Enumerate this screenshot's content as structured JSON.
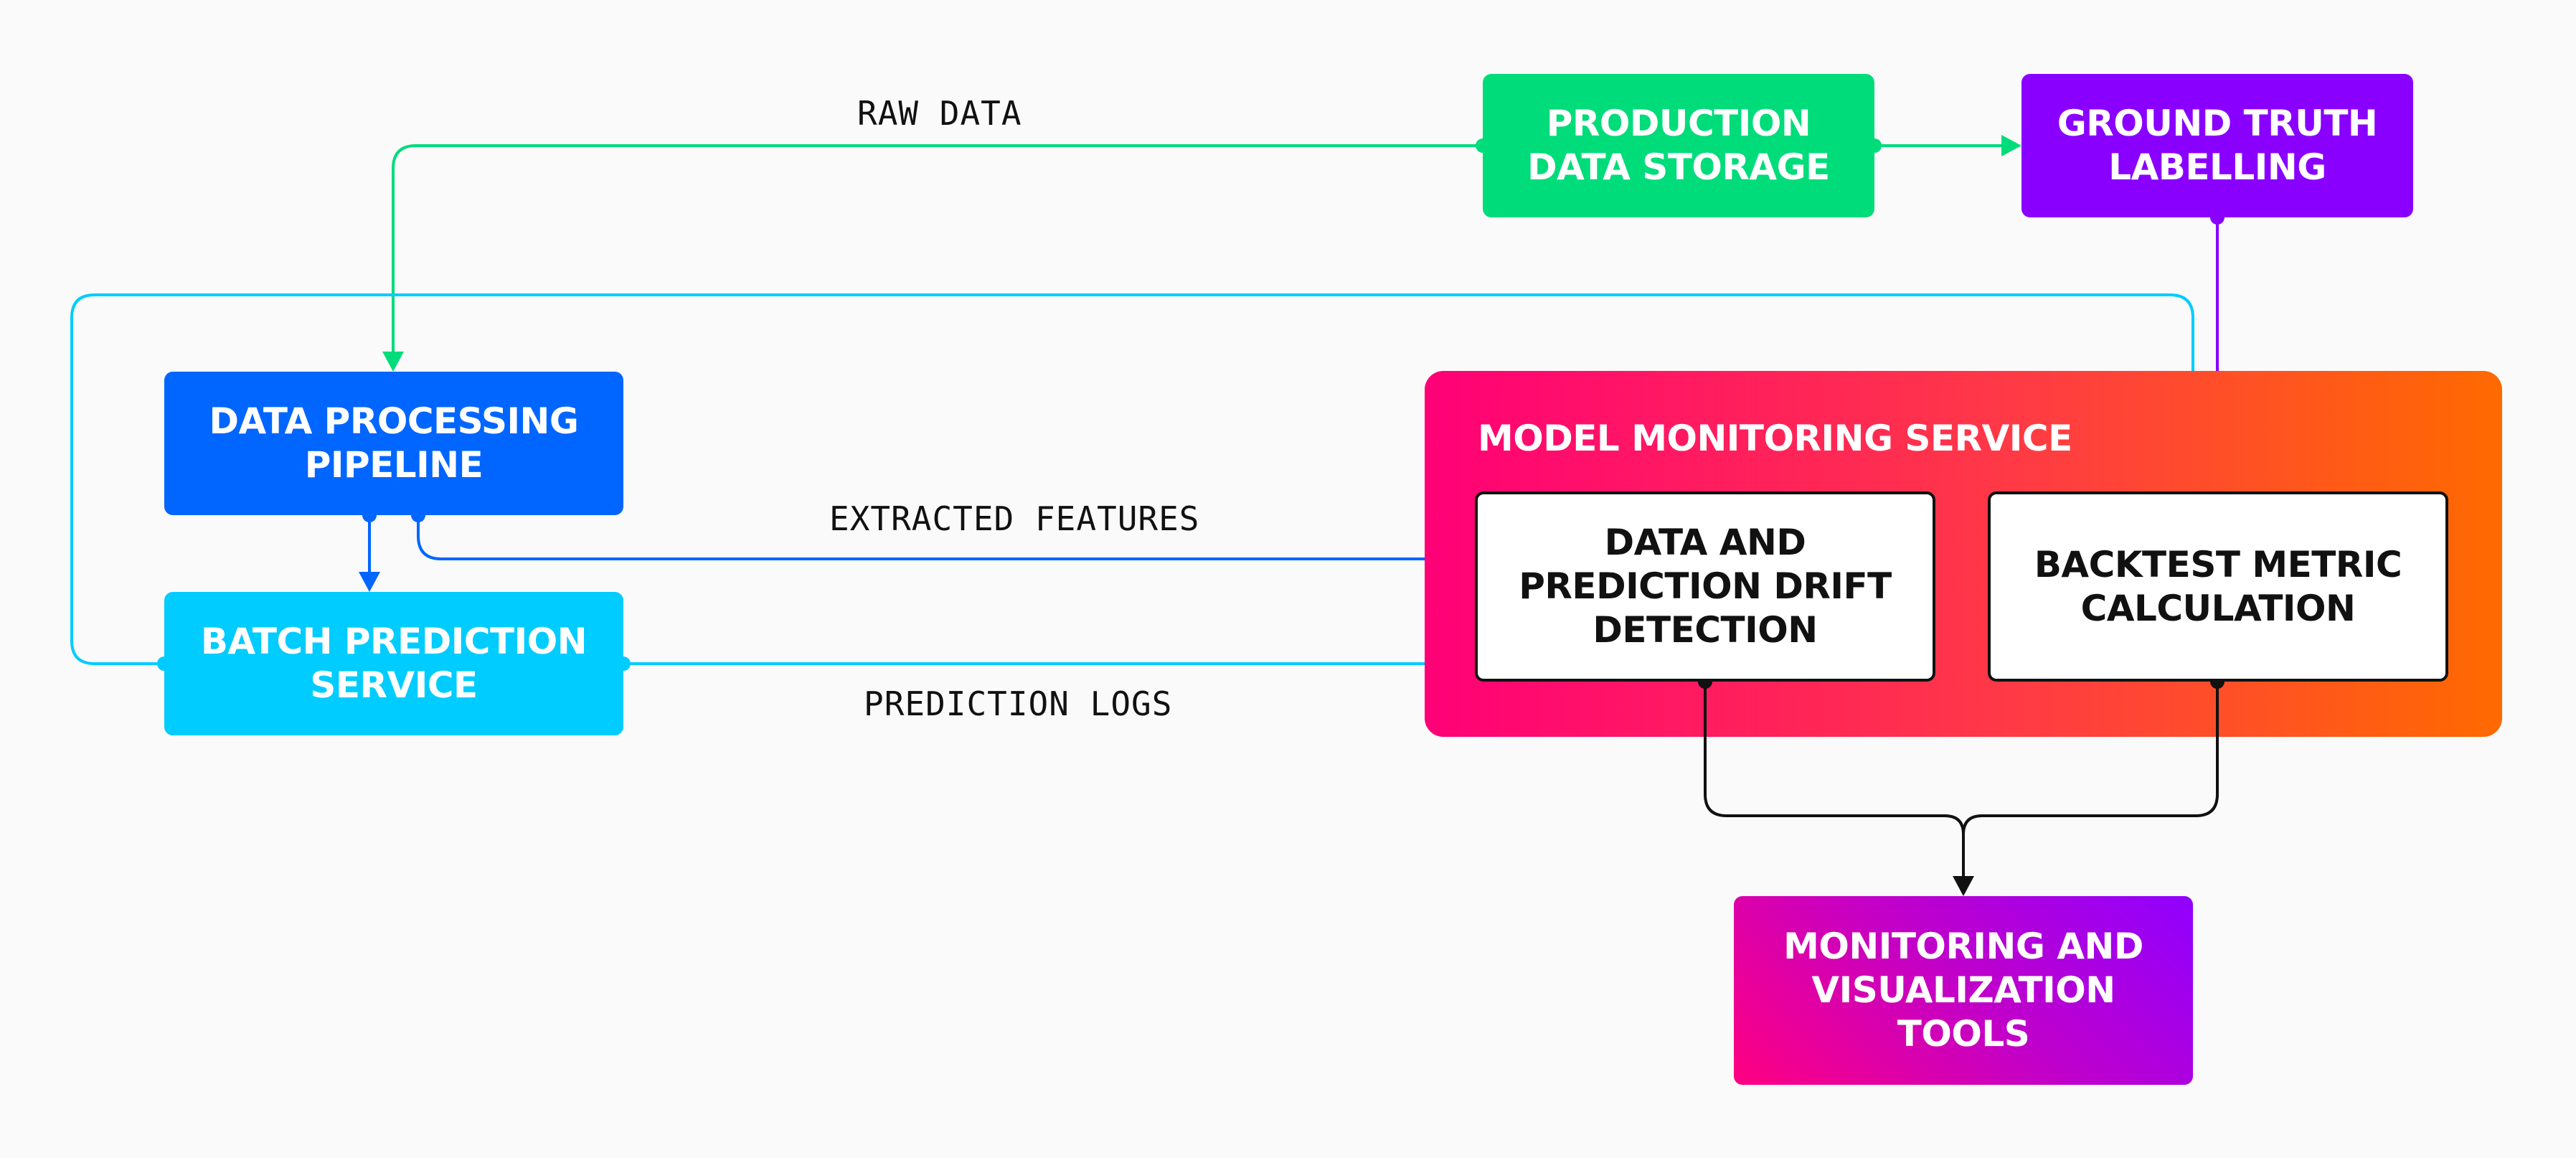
{
  "colors": {
    "green": "#00dc7a",
    "purple": "#8a00ff",
    "blue": "#0066ff",
    "cyan": "#00ccff",
    "black": "#111111",
    "monitoring_gradient": [
      "#ff0077",
      "#ff6a00"
    ],
    "viz_gradient": [
      "#ff0080",
      "#9000ff"
    ]
  },
  "nodes": {
    "production_storage": "PRODUCTION\nDATA STORAGE",
    "ground_truth": "GROUND TRUTH\nLABELLING",
    "data_processing": "DATA PROCESSING\nPIPELINE",
    "batch_prediction": "BATCH PREDICTION\nSERVICE",
    "monitoring_service": "MODEL MONITORING SERVICE",
    "drift_detection": "DATA AND\nPREDICTION DRIFT\nDETECTION",
    "backtest": "BACKTEST METRIC\nCALCULATION",
    "viz_tools": "MONITORING AND\nVISUALIZATION\nTOOLS"
  },
  "edge_labels": {
    "raw_data": "RAW DATA",
    "extracted_features": "EXTRACTED FEATURES",
    "prediction_logs": "PREDICTION LOGS"
  }
}
